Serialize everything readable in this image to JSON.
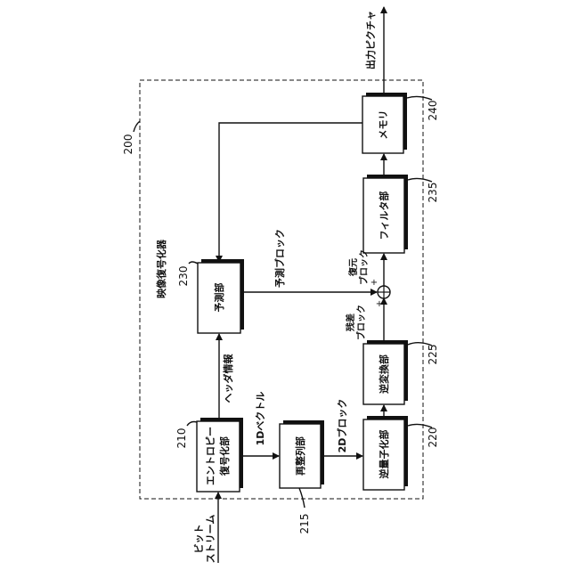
{
  "decoder": {
    "ref": "200",
    "title": "映像復号化器"
  },
  "boxes": {
    "entropy": {
      "label1": "エントロピー",
      "label2": "復号化部",
      "ref": "210"
    },
    "rearrange": {
      "label": "再整列部",
      "ref": "215"
    },
    "dequant": {
      "label": "逆量子化部",
      "ref": "220"
    },
    "invtransform": {
      "label": "逆変換部",
      "ref": "225"
    },
    "predict": {
      "label": "予測部",
      "ref": "230"
    },
    "filter": {
      "label": "フィルタ部",
      "ref": "235"
    },
    "memory": {
      "label": "メモリ",
      "ref": "240"
    }
  },
  "signals": {
    "bitstream1": "ビット",
    "bitstream2": "ストリーム",
    "header": "ヘッダ情報",
    "vec1d": "1Dベクトル",
    "block2d": "2Dブロック",
    "residual1": "残差",
    "residual2": "ブロック",
    "restored1": "復元",
    "restored2": "ブロック",
    "prediction": "予測ブロック",
    "output": "出力ピクチャ"
  },
  "adder": {
    "plus_top": "+",
    "plus_bottom": "+"
  }
}
